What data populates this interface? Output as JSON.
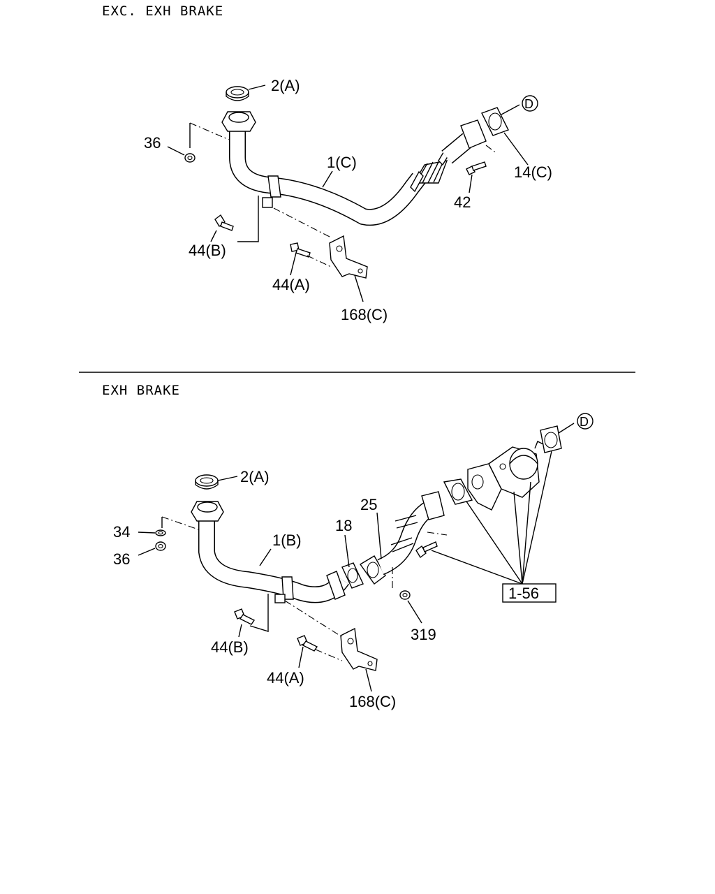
{
  "sections": [
    {
      "title": "EXC. EXH BRAKE",
      "callouts": {
        "c2a": "2(A)",
        "c36": "36",
        "c1c": "1(C)",
        "d": "D",
        "c14c": "14(C)",
        "c42": "42",
        "c44b": "44(B)",
        "c44a": "44(A)",
        "c168c": "168(C)"
      }
    },
    {
      "title": "EXH BRAKE",
      "callouts": {
        "c2a": "2(A)",
        "c34": "34",
        "c36": "36",
        "c1b": "1(B)",
        "c18": "18",
        "c25": "25",
        "d": "D",
        "c156": "1-56",
        "c319": "319",
        "c44b": "44(B)",
        "c44a": "44(A)",
        "c168c": "168(C)"
      }
    }
  ]
}
